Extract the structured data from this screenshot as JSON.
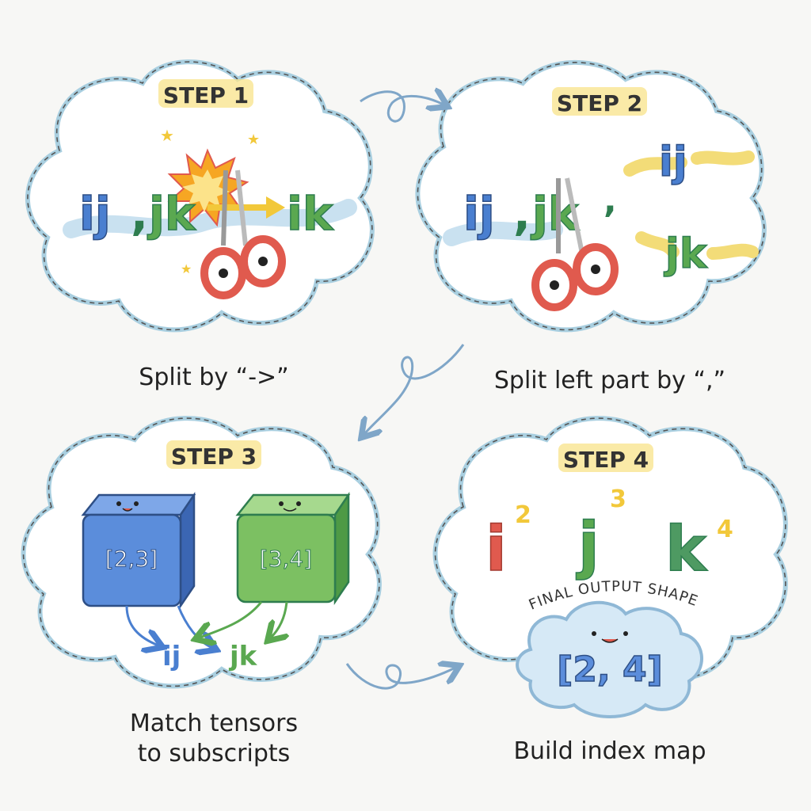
{
  "steps": [
    {
      "label": "STEP 1",
      "caption": "Split by “->”",
      "tokens": {
        "left_a": "ij",
        "comma": ",",
        "left_b": "jk",
        "right": "ik"
      }
    },
    {
      "label": "STEP 2",
      "caption": "Split left part by “,”",
      "tokens": {
        "left_a": "ij",
        "comma": ",",
        "left_b": "jk",
        "piece_a": "ij",
        "piece_b": "jk"
      }
    },
    {
      "label": "STEP 3",
      "caption_line1": "Match tensors",
      "caption_line2": "to subscripts",
      "tensors": [
        {
          "shape": "[2,3]",
          "subscript": "ij"
        },
        {
          "shape": "[3,4]",
          "subscript": "jk"
        }
      ]
    },
    {
      "label": "STEP 4",
      "caption": "Build index map",
      "index_map": [
        {
          "letter": "i",
          "size": "2"
        },
        {
          "letter": "j",
          "size": "3"
        },
        {
          "letter": "k",
          "size": "4"
        }
      ],
      "final_label": "FINAL OUTPUT SHAPE",
      "final_shape": "[2, 4]"
    }
  ],
  "colors": {
    "cloud_fill": "#ffffff",
    "cloud_stroke": "#a9cfe0",
    "label_highlight": "#f8e38a",
    "blue": "#4a7fd0",
    "green": "#5aa850",
    "red": "#e05a4e",
    "yellow": "#f2c83a",
    "arrow": "#7fa6c8"
  }
}
